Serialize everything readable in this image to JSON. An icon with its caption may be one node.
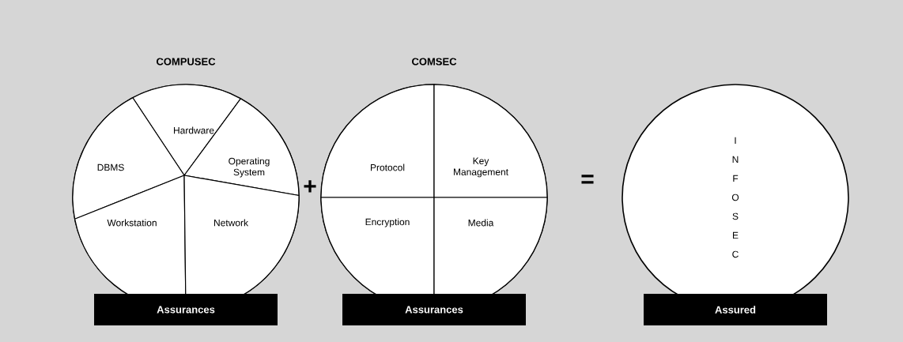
{
  "diagram": {
    "nodes": [
      {
        "text": [
          "COMPUSEC"
        ]
      },
      {
        "text": [
          "Hardware"
        ],
        "in": 0
      },
      {
        "text": [
          "DBMS"
        ],
        "in": 0
      },
      {
        "text": [
          "Operating System"
        ],
        "in": 0
      },
      {
        "text": [
          "Workstation"
        ],
        "in": 0
      },
      {
        "text": [
          "Network"
        ],
        "in": 0
      },
      {
        "text": [
          "Assurances"
        ]
      },
      {
        "text": [
          "COMSEC"
        ]
      },
      {
        "text": [
          "Protocol"
        ],
        "in": 7
      },
      {
        "text": [
          "Key Management"
        ],
        "in": 7
      },
      {
        "text": [
          "Encryption"
        ],
        "in": 7
      },
      {
        "text": [
          "Media"
        ],
        "in": 7
      },
      {
        "text": [
          "Assurances"
        ]
      },
      {
        "text": [
          "I N F O S E C"
        ]
      },
      {
        "text": [
          "Assured"
        ]
      }
    ],
    "labels": [
      "+",
      "="
    ]
  }
}
